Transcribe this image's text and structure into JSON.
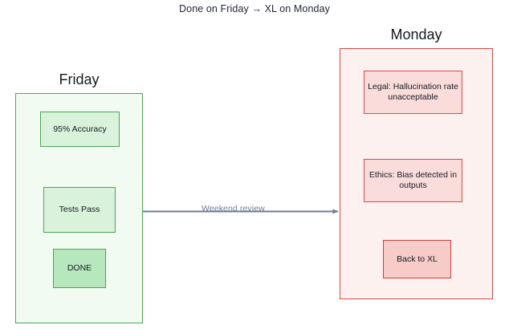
{
  "diagram": {
    "title": "Done on Friday → XL on Monday",
    "type": "flowchart",
    "colors": {
      "green_border": "#4fa355",
      "green_cluster_fill": "#f2fbf2",
      "green_node_fill": "#d9f2dc",
      "green_node_strong_fill": "#b7e8bd",
      "red_border": "#d94b46",
      "red_cluster_fill": "#fdf1f0",
      "red_node_fill": "#fadddb",
      "red_node_strong_fill": "#f6cbc8",
      "edge_color": "#6f7d97",
      "text_color": "#1f2430",
      "background": "#ffffff"
    },
    "clusters": [
      {
        "id": "friday",
        "title": "Friday",
        "nodes": [
          {
            "id": "accuracy",
            "label": "95% Accuracy"
          },
          {
            "id": "tests",
            "label": "Tests Pass"
          },
          {
            "id": "done",
            "label": "DONE"
          }
        ]
      },
      {
        "id": "monday",
        "title": "Monday",
        "nodes": [
          {
            "id": "legal",
            "label": "Legal: Hallucination rate unacceptable"
          },
          {
            "id": "ethics",
            "label": "Ethics: Bias detected in outputs"
          },
          {
            "id": "backtoxl",
            "label": "Back to XL"
          }
        ]
      }
    ],
    "edges": [
      {
        "id": "weekend-review",
        "label": "Weekend review",
        "from": "friday",
        "to": "monday",
        "arrow": "single"
      }
    ]
  }
}
